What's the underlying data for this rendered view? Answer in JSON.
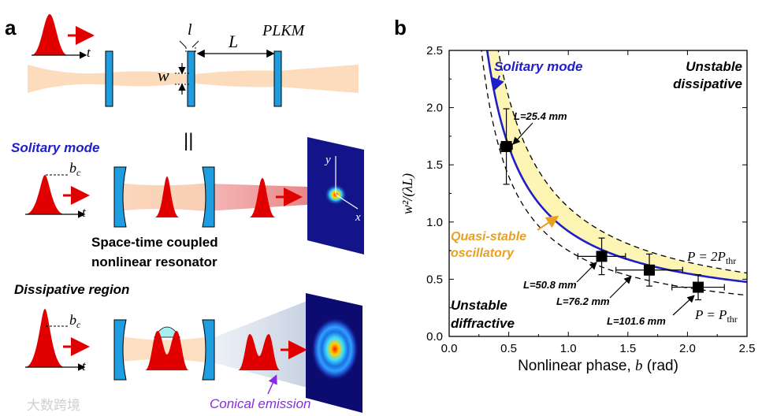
{
  "panel_a": {
    "letter": "a",
    "plkm": "PLKM",
    "l": "l",
    "L": "L",
    "w": "w",
    "t": "t",
    "equiv": "||",
    "solitary_label": "Solitary mode",
    "bc": "b",
    "bc_sub": "c",
    "resonator_line1": "Space-time coupled",
    "resonator_line2": "nonlinear resonator",
    "y_axis": "y",
    "x_axis": "x",
    "dissipative_label": "Dissipative region",
    "conical": "Conical emission",
    "watermark": "大数跨境"
  },
  "panel_b": {
    "letter": "b",
    "region_solitary": "Solitary mode",
    "region_unstable_dissipative_1": "Unstable",
    "region_unstable_dissipative_2": "dissipative",
    "region_quasi_1": "Quasi-stable",
    "region_quasi_2": "oscillatory",
    "region_unstable_diffractive_1": "Unstable",
    "region_unstable_diffractive_2": "diffractive",
    "p2_label": "P = 2P",
    "p2_sub": "thr",
    "p1_label": "P = P",
    "p1_sub": "thr",
    "xlabel_text": "Nonlinear phase, ",
    "xlabel_var": "b",
    "xlabel_unit": " (rad)",
    "ylabel": "w²/(λL)",
    "point_labels": [
      "L=25.4 mm",
      "L=50.8 mm",
      "L=76.2 mm",
      "L=101.6 mm"
    ]
  },
  "chart_data": {
    "type": "scatter",
    "xlabel": "Nonlinear phase, b (rad)",
    "ylabel": "w²/(λL)",
    "xlim": [
      0.0,
      2.5
    ],
    "ylim": [
      0.0,
      2.5
    ],
    "xticks": [
      "0.0",
      "0.5",
      "1.0",
      "1.5",
      "2.0",
      "2.5"
    ],
    "yticks": [
      "0.0",
      "0.5",
      "1.0",
      "1.5",
      "2.0",
      "2.5"
    ],
    "points": [
      {
        "label": "L=25.4 mm",
        "x": 0.48,
        "y": 1.66,
        "xerr": 0.05,
        "yerr_low": 0.33,
        "yerr_high": 0.33
      },
      {
        "label": "L=50.8 mm",
        "x": 1.28,
        "y": 0.7,
        "xerr": 0.2,
        "yerr_low": 0.16,
        "yerr_high": 0.16
      },
      {
        "label": "L=76.2 mm",
        "x": 1.68,
        "y": 0.58,
        "xerr": 0.28,
        "yerr_low": 0.14,
        "yerr_high": 0.14
      },
      {
        "label": "L=101.6 mm",
        "x": 2.09,
        "y": 0.43,
        "xerr": 0.22,
        "yerr_low": 0.11,
        "yerr_high": 0.11
      }
    ],
    "curves": [
      {
        "name": "Solitary mode",
        "style": "solid",
        "color": "#1f1fc8",
        "k": 0.74,
        "c": 0.18
      },
      {
        "name": "P = 2Pthr",
        "style": "dashed",
        "color": "#000000",
        "k": 0.96,
        "c": 0.17
      },
      {
        "name": "P = Pthr",
        "style": "dashed",
        "color": "#000000",
        "k": 0.65,
        "c": 0.1
      }
    ],
    "region_fill": "#fdf5b4",
    "colors": {
      "solitary": "#1f1fc8",
      "quasi": "#e8a020",
      "pulse": "#e00000",
      "mirror": "#1e9ee0",
      "conical": "#8a2be2"
    }
  }
}
